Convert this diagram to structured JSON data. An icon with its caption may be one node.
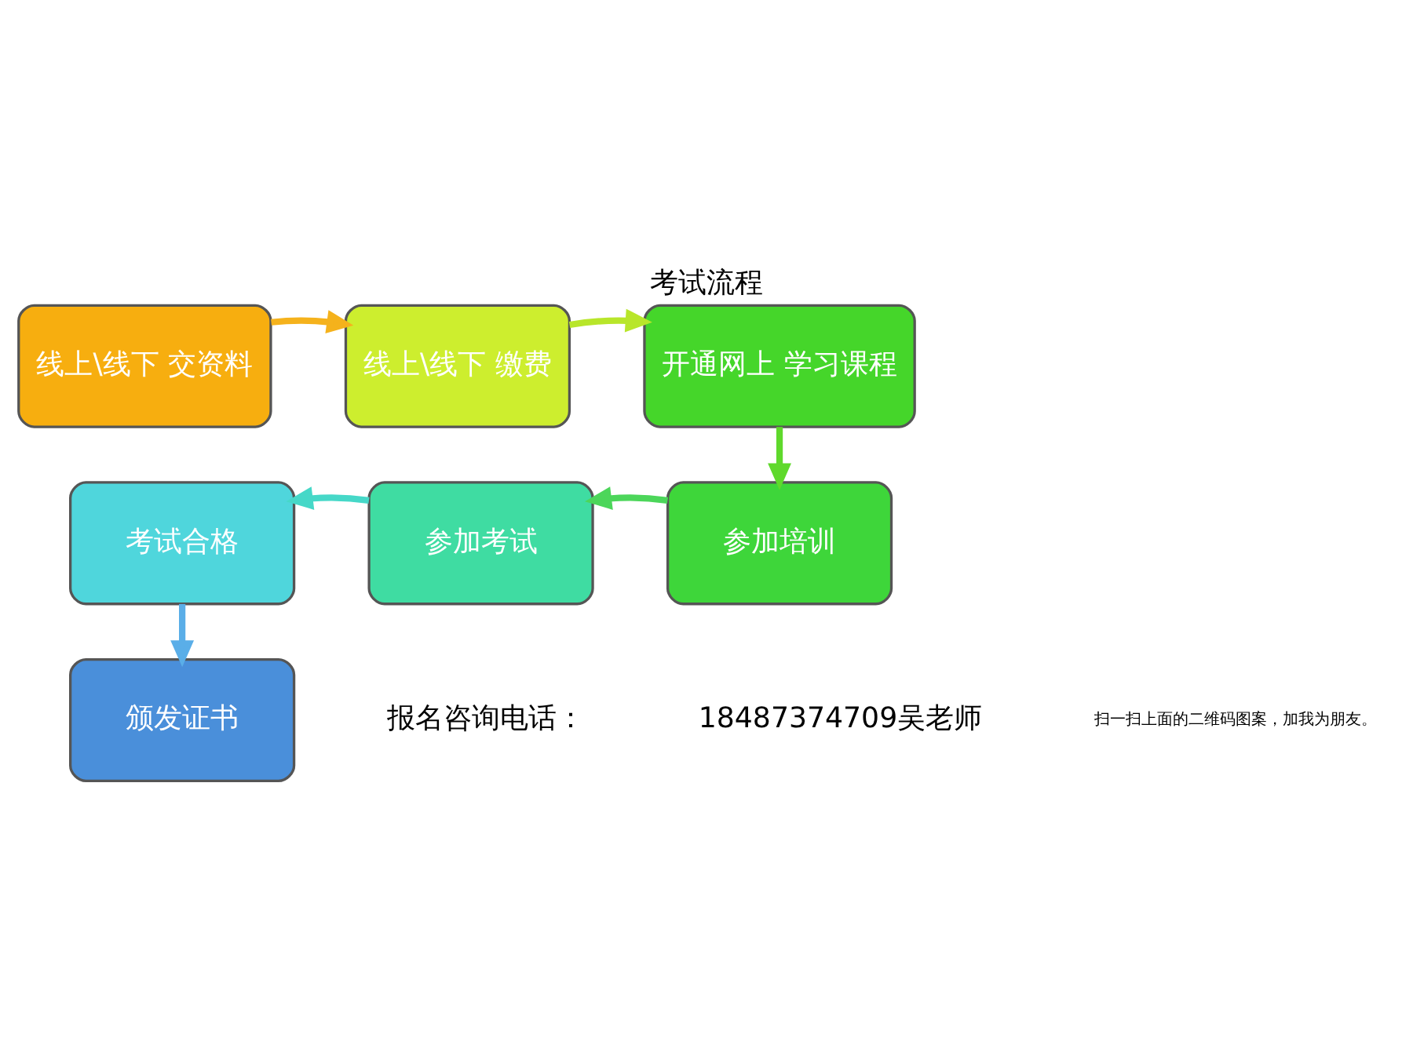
{
  "diagram": {
    "title": "考试流程",
    "nodes": [
      {
        "text": [
          "线上\\线下 交资料"
        ]
      },
      {
        "text": [
          "线上\\线下 缴费"
        ]
      },
      {
        "text": [
          "开通网上 学习课程"
        ]
      },
      {
        "text": [
          "考试合格"
        ]
      },
      {
        "text": [
          "参加考试"
        ]
      },
      {
        "text": [
          "参加培训"
        ]
      },
      {
        "text": [
          "颁发证书"
        ]
      }
    ],
    "edges": [
      {
        "from": 0,
        "to": 1,
        "arrow": "to",
        "color": "#f5b21c"
      },
      {
        "from": 1,
        "to": 2,
        "arrow": "to",
        "color": "#b8e62a"
      },
      {
        "from": 2,
        "to": 5,
        "arrow": "to",
        "color": "#5fd92c"
      },
      {
        "from": 5,
        "to": 4,
        "arrow": "to",
        "color": "#4cd65a"
      },
      {
        "from": 4,
        "to": 3,
        "arrow": "to",
        "color": "#46d8c8"
      },
      {
        "from": 3,
        "to": 6,
        "arrow": "to",
        "color": "#5aaee8"
      }
    ],
    "labels": [
      "报名咨询电话：",
      "18487374709吴老师",
      "扫一扫上面的二维码图案，加我为朋友。"
    ]
  }
}
